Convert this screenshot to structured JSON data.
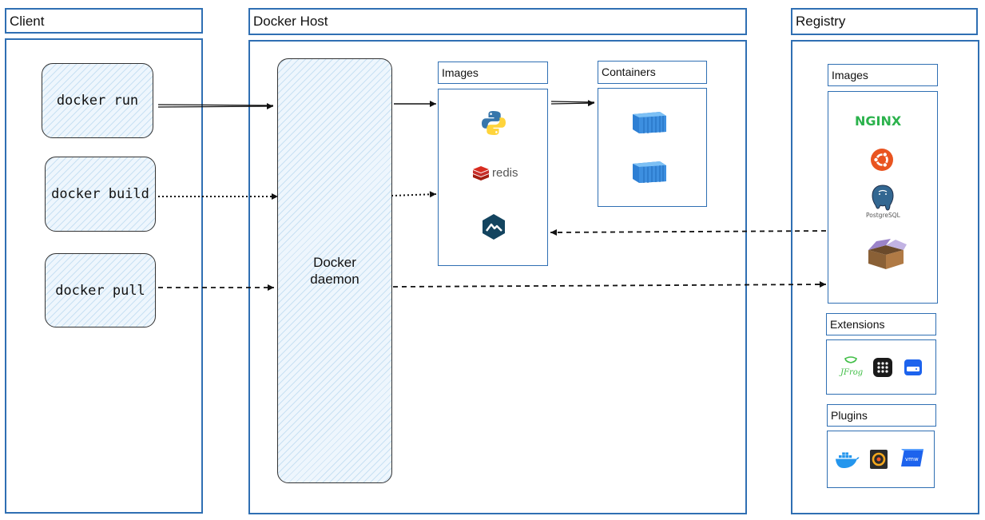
{
  "client": {
    "title": "Client",
    "commands": [
      "docker run",
      "docker build",
      "docker pull"
    ]
  },
  "host": {
    "title": "Docker Host",
    "daemon_label": "Docker daemon",
    "images_title": "Images",
    "containers_title": "Containers",
    "redis_text": "redis"
  },
  "registry": {
    "title": "Registry",
    "images_title": "Images",
    "extensions_title": "Extensions",
    "plugins_title": "Plugins",
    "nginx_text": "NGINX",
    "postgres_text": "PostgreSQL",
    "jfrog_text": "JFrog",
    "vmw_text": "vmw"
  },
  "colors": {
    "frame": "#2f6fb3",
    "container_blue": "#3d8fe0",
    "nginx_green": "#2bb24c",
    "ubuntu_orange": "#e95420",
    "redis_red": "#d82c20",
    "portainer_navy": "#13445f"
  }
}
